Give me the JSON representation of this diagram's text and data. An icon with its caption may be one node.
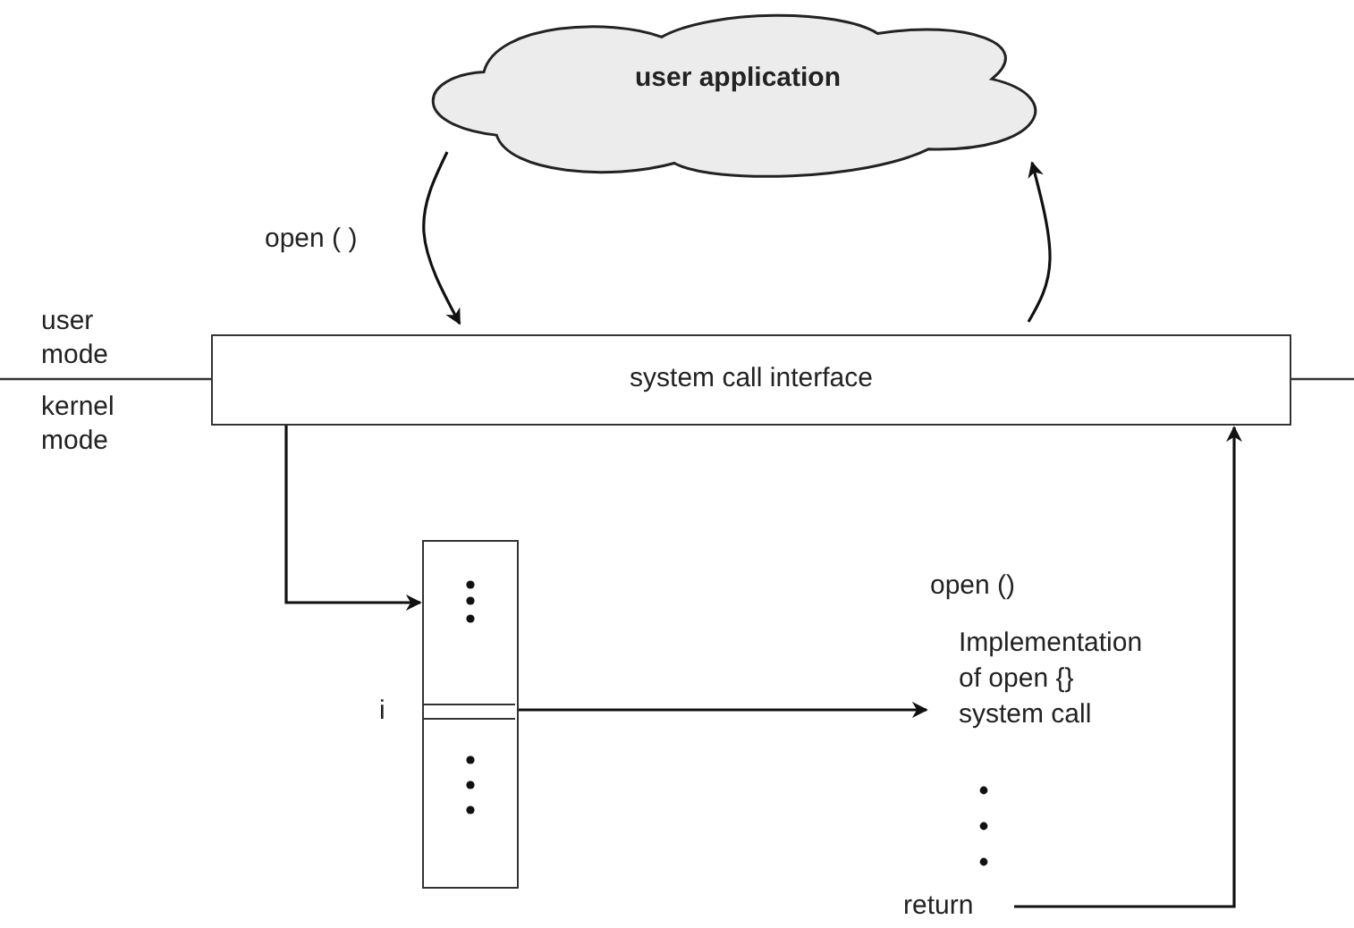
{
  "diagram": {
    "nodes": [
      {
        "text": [
          "user application"
        ]
      },
      {
        "text": [
          "system call interface"
        ]
      },
      {
        "text": [],
        "shape": "box"
      },
      {
        "text": [
          "open ()",
          "Implementation of open {} system call"
        ]
      },
      {
        "text": [
          "return"
        ]
      }
    ],
    "edges": [
      {
        "from": 0,
        "to": 1,
        "label": "open ( )",
        "arrow": "to"
      },
      {
        "from": 1,
        "to": 0,
        "arrow": "to"
      },
      {
        "from": 1,
        "to": 2,
        "arrow": "to"
      },
      {
        "from": 2,
        "to": 3,
        "arrow": "to"
      },
      {
        "from": 4,
        "to": 1,
        "arrow": "to"
      }
    ],
    "labels": [
      "user mode",
      "kernel mode",
      "i"
    ]
  }
}
